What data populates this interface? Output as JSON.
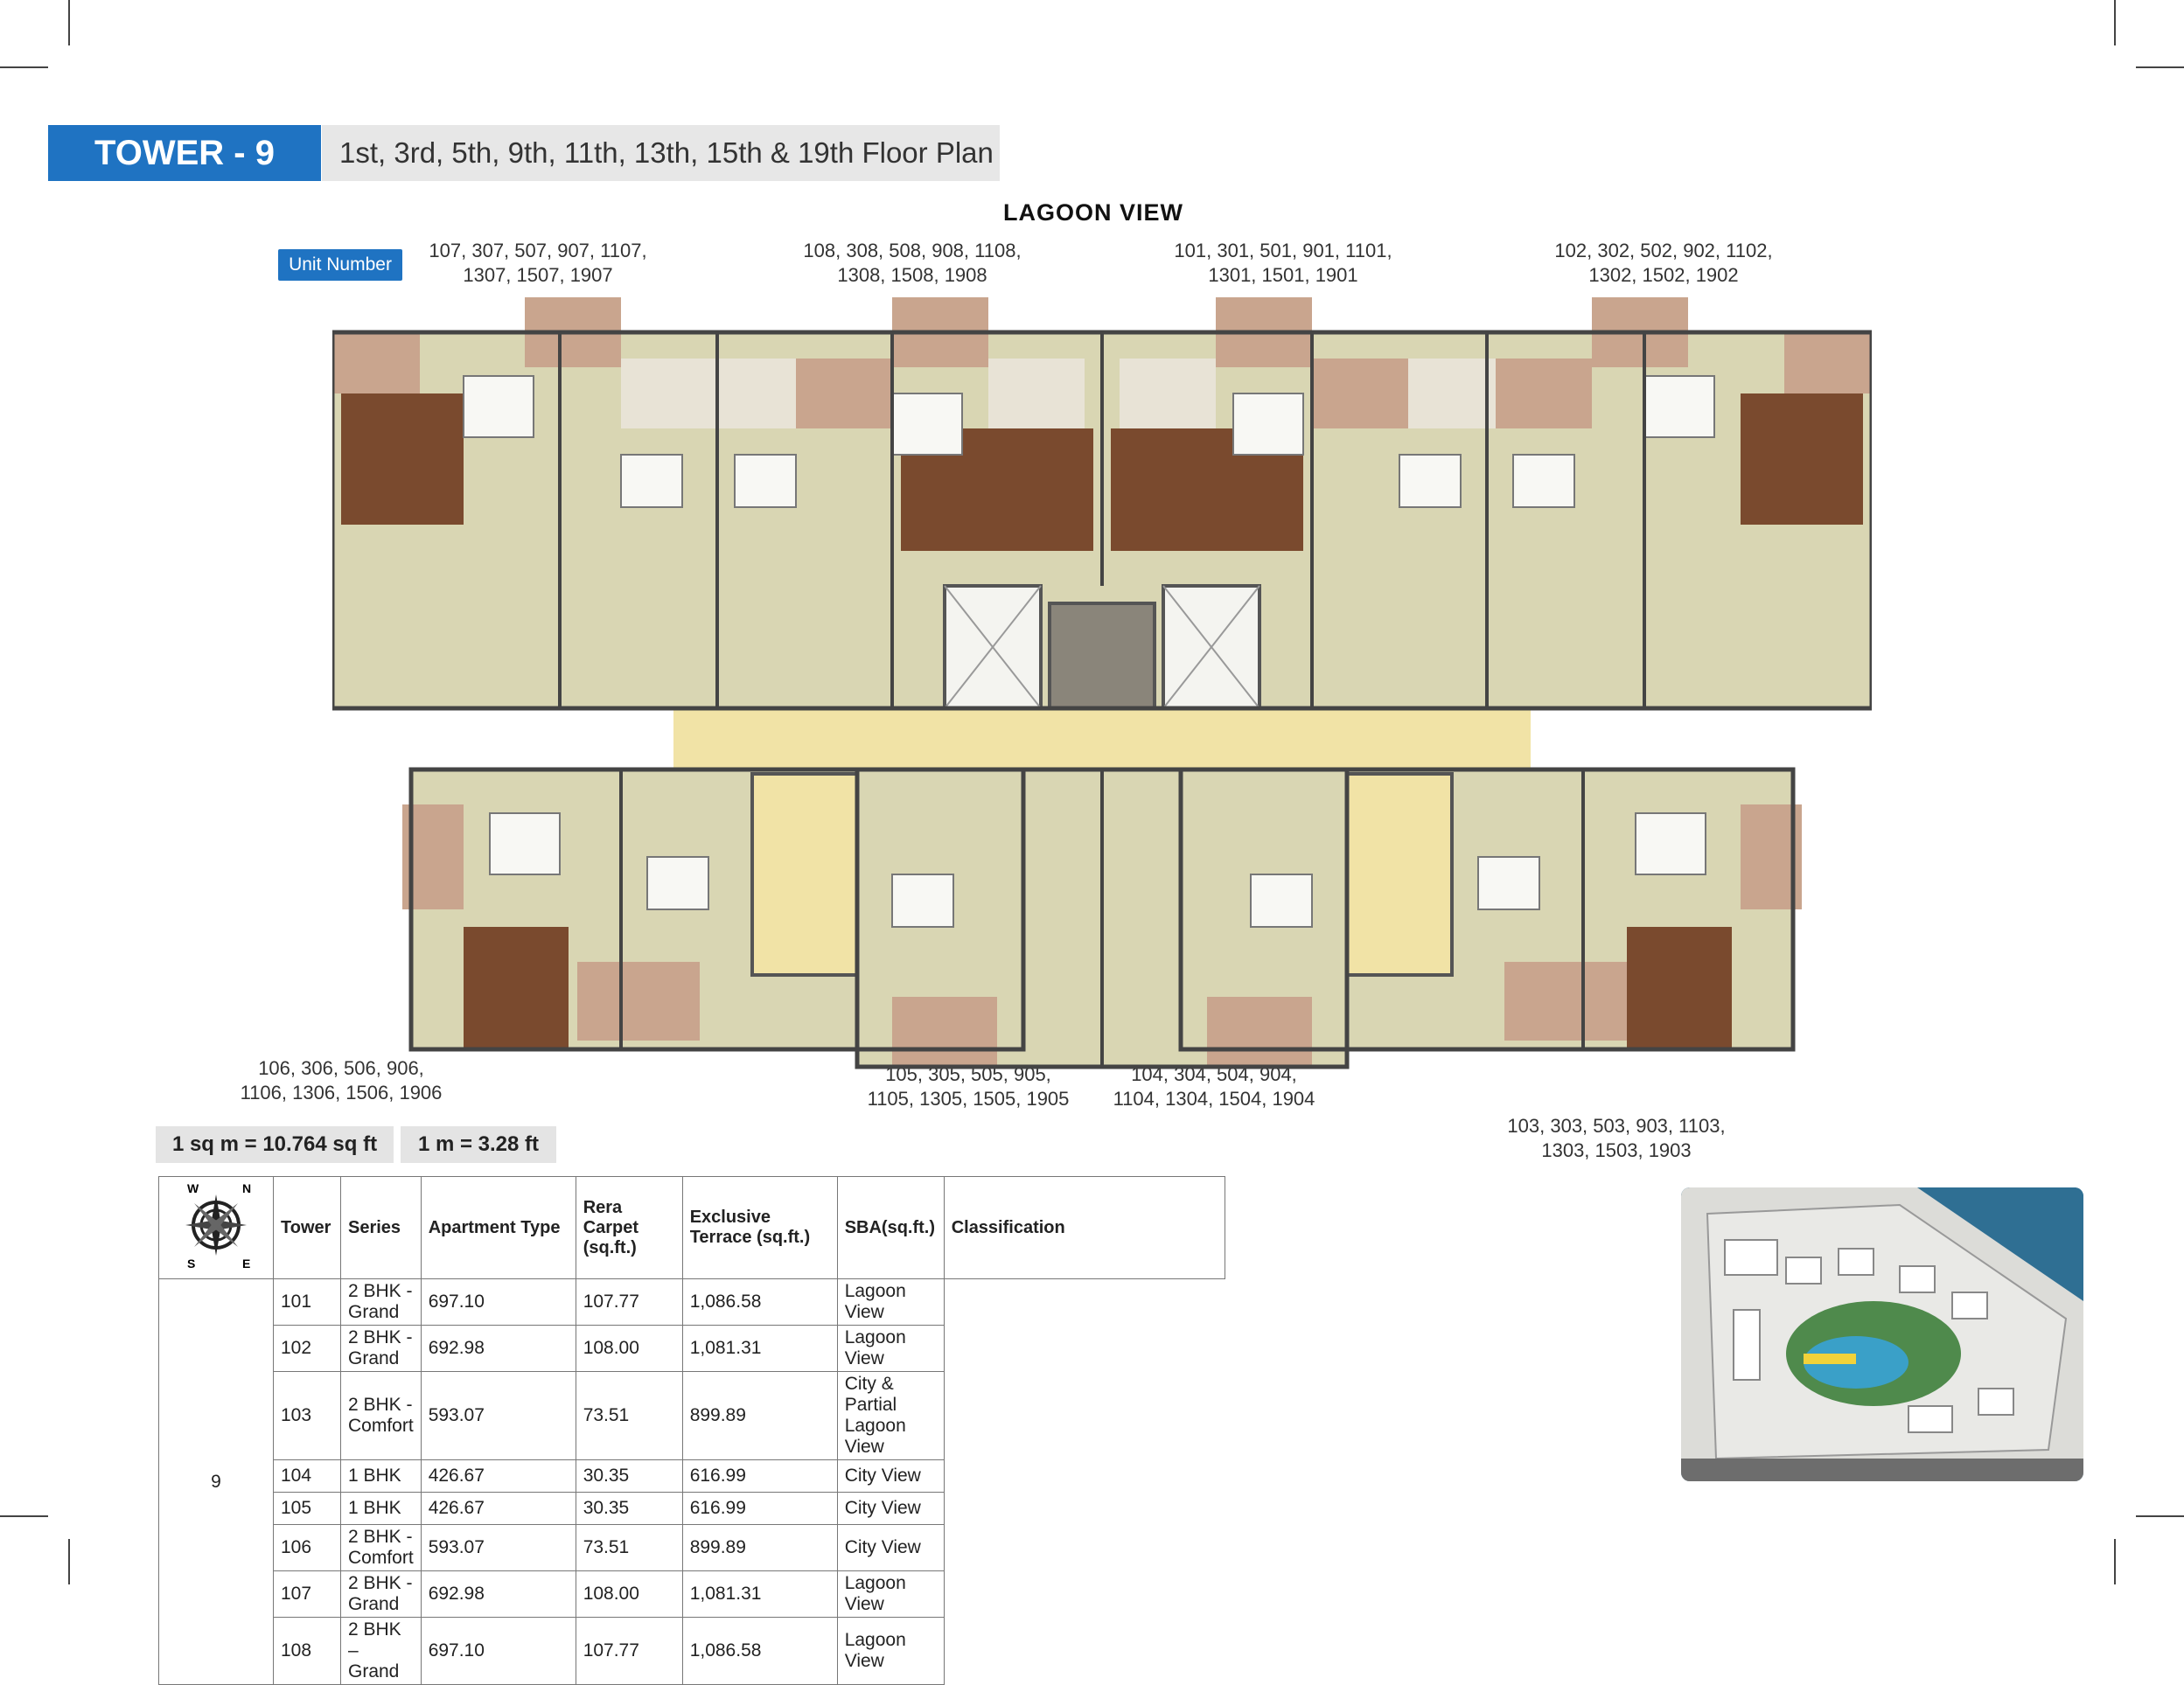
{
  "header": {
    "tower": "TOWER - 9",
    "subtitle": "1st, 3rd, 5th, 9th, 11th, 13th, 15th & 19th Floor Plan"
  },
  "plan": {
    "view_title": "LAGOON VIEW",
    "unit_badge": "Unit Number",
    "unit_labels": [
      {
        "l1": "107, 307, 507, 907, 1107,",
        "l2": "1307, 1507, 1907"
      },
      {
        "l1": "108, 308, 508, 908, 1108,",
        "l2": "1308, 1508, 1908"
      },
      {
        "l1": "101, 301, 501, 901, 1101,",
        "l2": "1301, 1501, 1901"
      },
      {
        "l1": "102, 302, 502, 902, 1102,",
        "l2": "1302, 1502, 1902"
      },
      {
        "l1": "106, 306, 506, 906,",
        "l2": "1106, 1306, 1506, 1906"
      },
      {
        "l1": "105, 305, 505, 905,",
        "l2": "1105, 1305, 1505, 1905"
      },
      {
        "l1": "104, 304, 504, 904,",
        "l2": "1104, 1304, 1504, 1904"
      },
      {
        "l1": "103, 303, 503, 903, 1103,",
        "l2": "1303, 1503, 1903"
      }
    ]
  },
  "conversions": {
    "sqm": "1 sq m = 10.764 sq ft",
    "m": "1 m = 3.28 ft"
  },
  "table": {
    "headers": [
      "Tower",
      "Series",
      "Apartment Type",
      "Rera Carpet (sq.ft.)",
      "Exclusive Terrace (sq.ft.)",
      "SBA(sq.ft.)",
      "Classification"
    ],
    "tower": "9",
    "rows": [
      {
        "series": "101",
        "type": "2 BHK - Grand",
        "carpet": "697.10",
        "terrace": "107.77",
        "sba": "1,086.58",
        "class": "Lagoon View"
      },
      {
        "series": "102",
        "type": "2 BHK - Grand",
        "carpet": "692.98",
        "terrace": "108.00",
        "sba": "1,081.31",
        "class": "Lagoon View"
      },
      {
        "series": "103",
        "type": "2 BHK - Comfort",
        "carpet": "593.07",
        "terrace": "73.51",
        "sba": "899.89",
        "class": "City & Partial Lagoon View"
      },
      {
        "series": "104",
        "type": "1 BHK",
        "carpet": "426.67",
        "terrace": "30.35",
        "sba": "616.99",
        "class": "City View"
      },
      {
        "series": "105",
        "type": "1 BHK",
        "carpet": "426.67",
        "terrace": "30.35",
        "sba": "616.99",
        "class": "City View"
      },
      {
        "series": "106",
        "type": "2 BHK - Comfort",
        "carpet": "593.07",
        "terrace": "73.51",
        "sba": "899.89",
        "class": "City View"
      },
      {
        "series": "107",
        "type": "2 BHK - Grand",
        "carpet": "692.98",
        "terrace": "108.00",
        "sba": "1,081.31",
        "class": "Lagoon View"
      },
      {
        "series": "108",
        "type": "2 BHK – Grand",
        "carpet": "697.10",
        "terrace": "107.77",
        "sba": "1,086.58",
        "class": "Lagoon View"
      }
    ]
  },
  "compass": {
    "n": "N",
    "s": "S",
    "e": "E",
    "w": "W"
  },
  "colors": {
    "accent": "#1f73c2",
    "lobby": "#f1e3a6",
    "floor": "#d9d6b3",
    "wood": "#7a4a2e",
    "terrace": "#c9a58e"
  }
}
